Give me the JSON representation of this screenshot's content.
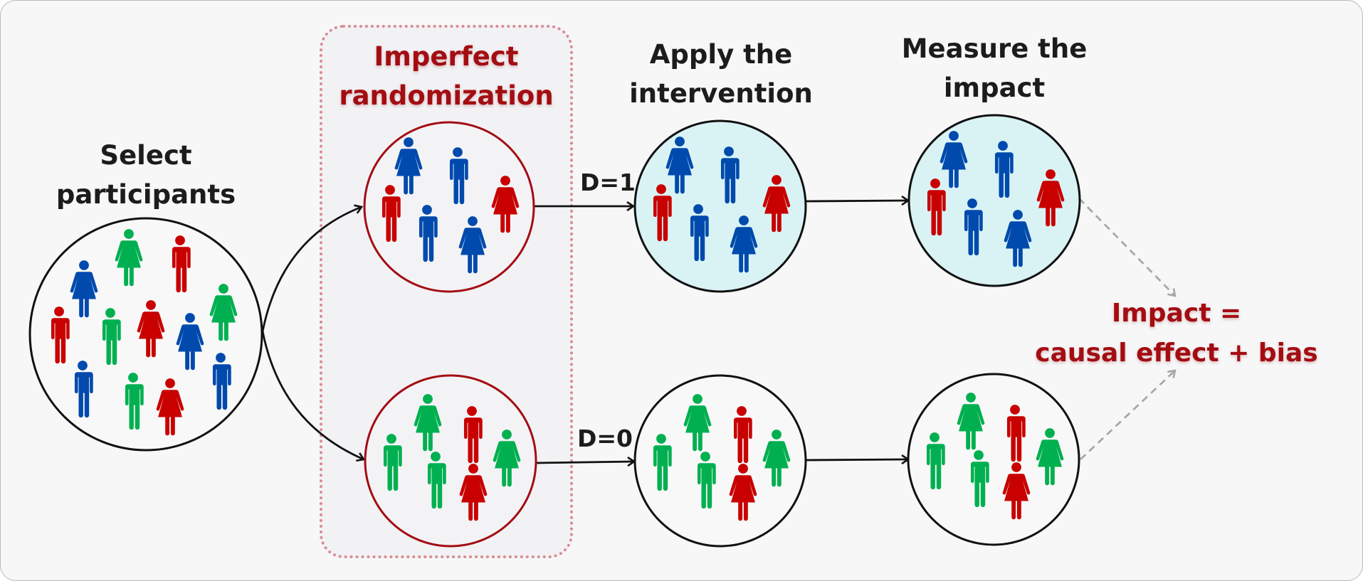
{
  "colors": {
    "blue": "#004aad",
    "red": "#c80000",
    "green": "#00b050",
    "accent_red": "#a30d12",
    "treated_fill": "#d9f3f5",
    "dotted_border": "#d98a8f"
  },
  "stages": {
    "select": {
      "title_line1": "Select",
      "title_line2": "participants"
    },
    "randomize": {
      "title_line1": "Imperfect",
      "title_line2": "randomization"
    },
    "apply": {
      "title_line1": "Apply the",
      "title_line2": "intervention"
    },
    "measure": {
      "title_line1": "Measure the",
      "title_line2": "impact"
    }
  },
  "branches": {
    "treated": {
      "label": "D=1"
    },
    "control": {
      "label": "D=0"
    }
  },
  "result": {
    "line1": "Impact =",
    "line2": "causal effect + bias"
  },
  "groups": {
    "population": [
      {
        "sex": "female",
        "color": "green"
      },
      {
        "sex": "male",
        "color": "red"
      },
      {
        "sex": "female",
        "color": "blue"
      },
      {
        "sex": "female",
        "color": "green"
      },
      {
        "sex": "male",
        "color": "red"
      },
      {
        "sex": "male",
        "color": "green"
      },
      {
        "sex": "female",
        "color": "red"
      },
      {
        "sex": "female",
        "color": "blue"
      },
      {
        "sex": "male",
        "color": "blue"
      },
      {
        "sex": "male",
        "color": "blue"
      },
      {
        "sex": "male",
        "color": "green"
      },
      {
        "sex": "female",
        "color": "red"
      }
    ],
    "treated": [
      {
        "sex": "male",
        "color": "red"
      },
      {
        "sex": "female",
        "color": "blue"
      },
      {
        "sex": "male",
        "color": "blue"
      },
      {
        "sex": "female",
        "color": "red"
      },
      {
        "sex": "male",
        "color": "blue"
      },
      {
        "sex": "female",
        "color": "blue"
      }
    ],
    "control": [
      {
        "sex": "male",
        "color": "green"
      },
      {
        "sex": "female",
        "color": "green"
      },
      {
        "sex": "male",
        "color": "red"
      },
      {
        "sex": "female",
        "color": "green"
      },
      {
        "sex": "male",
        "color": "green"
      },
      {
        "sex": "female",
        "color": "red"
      }
    ]
  }
}
